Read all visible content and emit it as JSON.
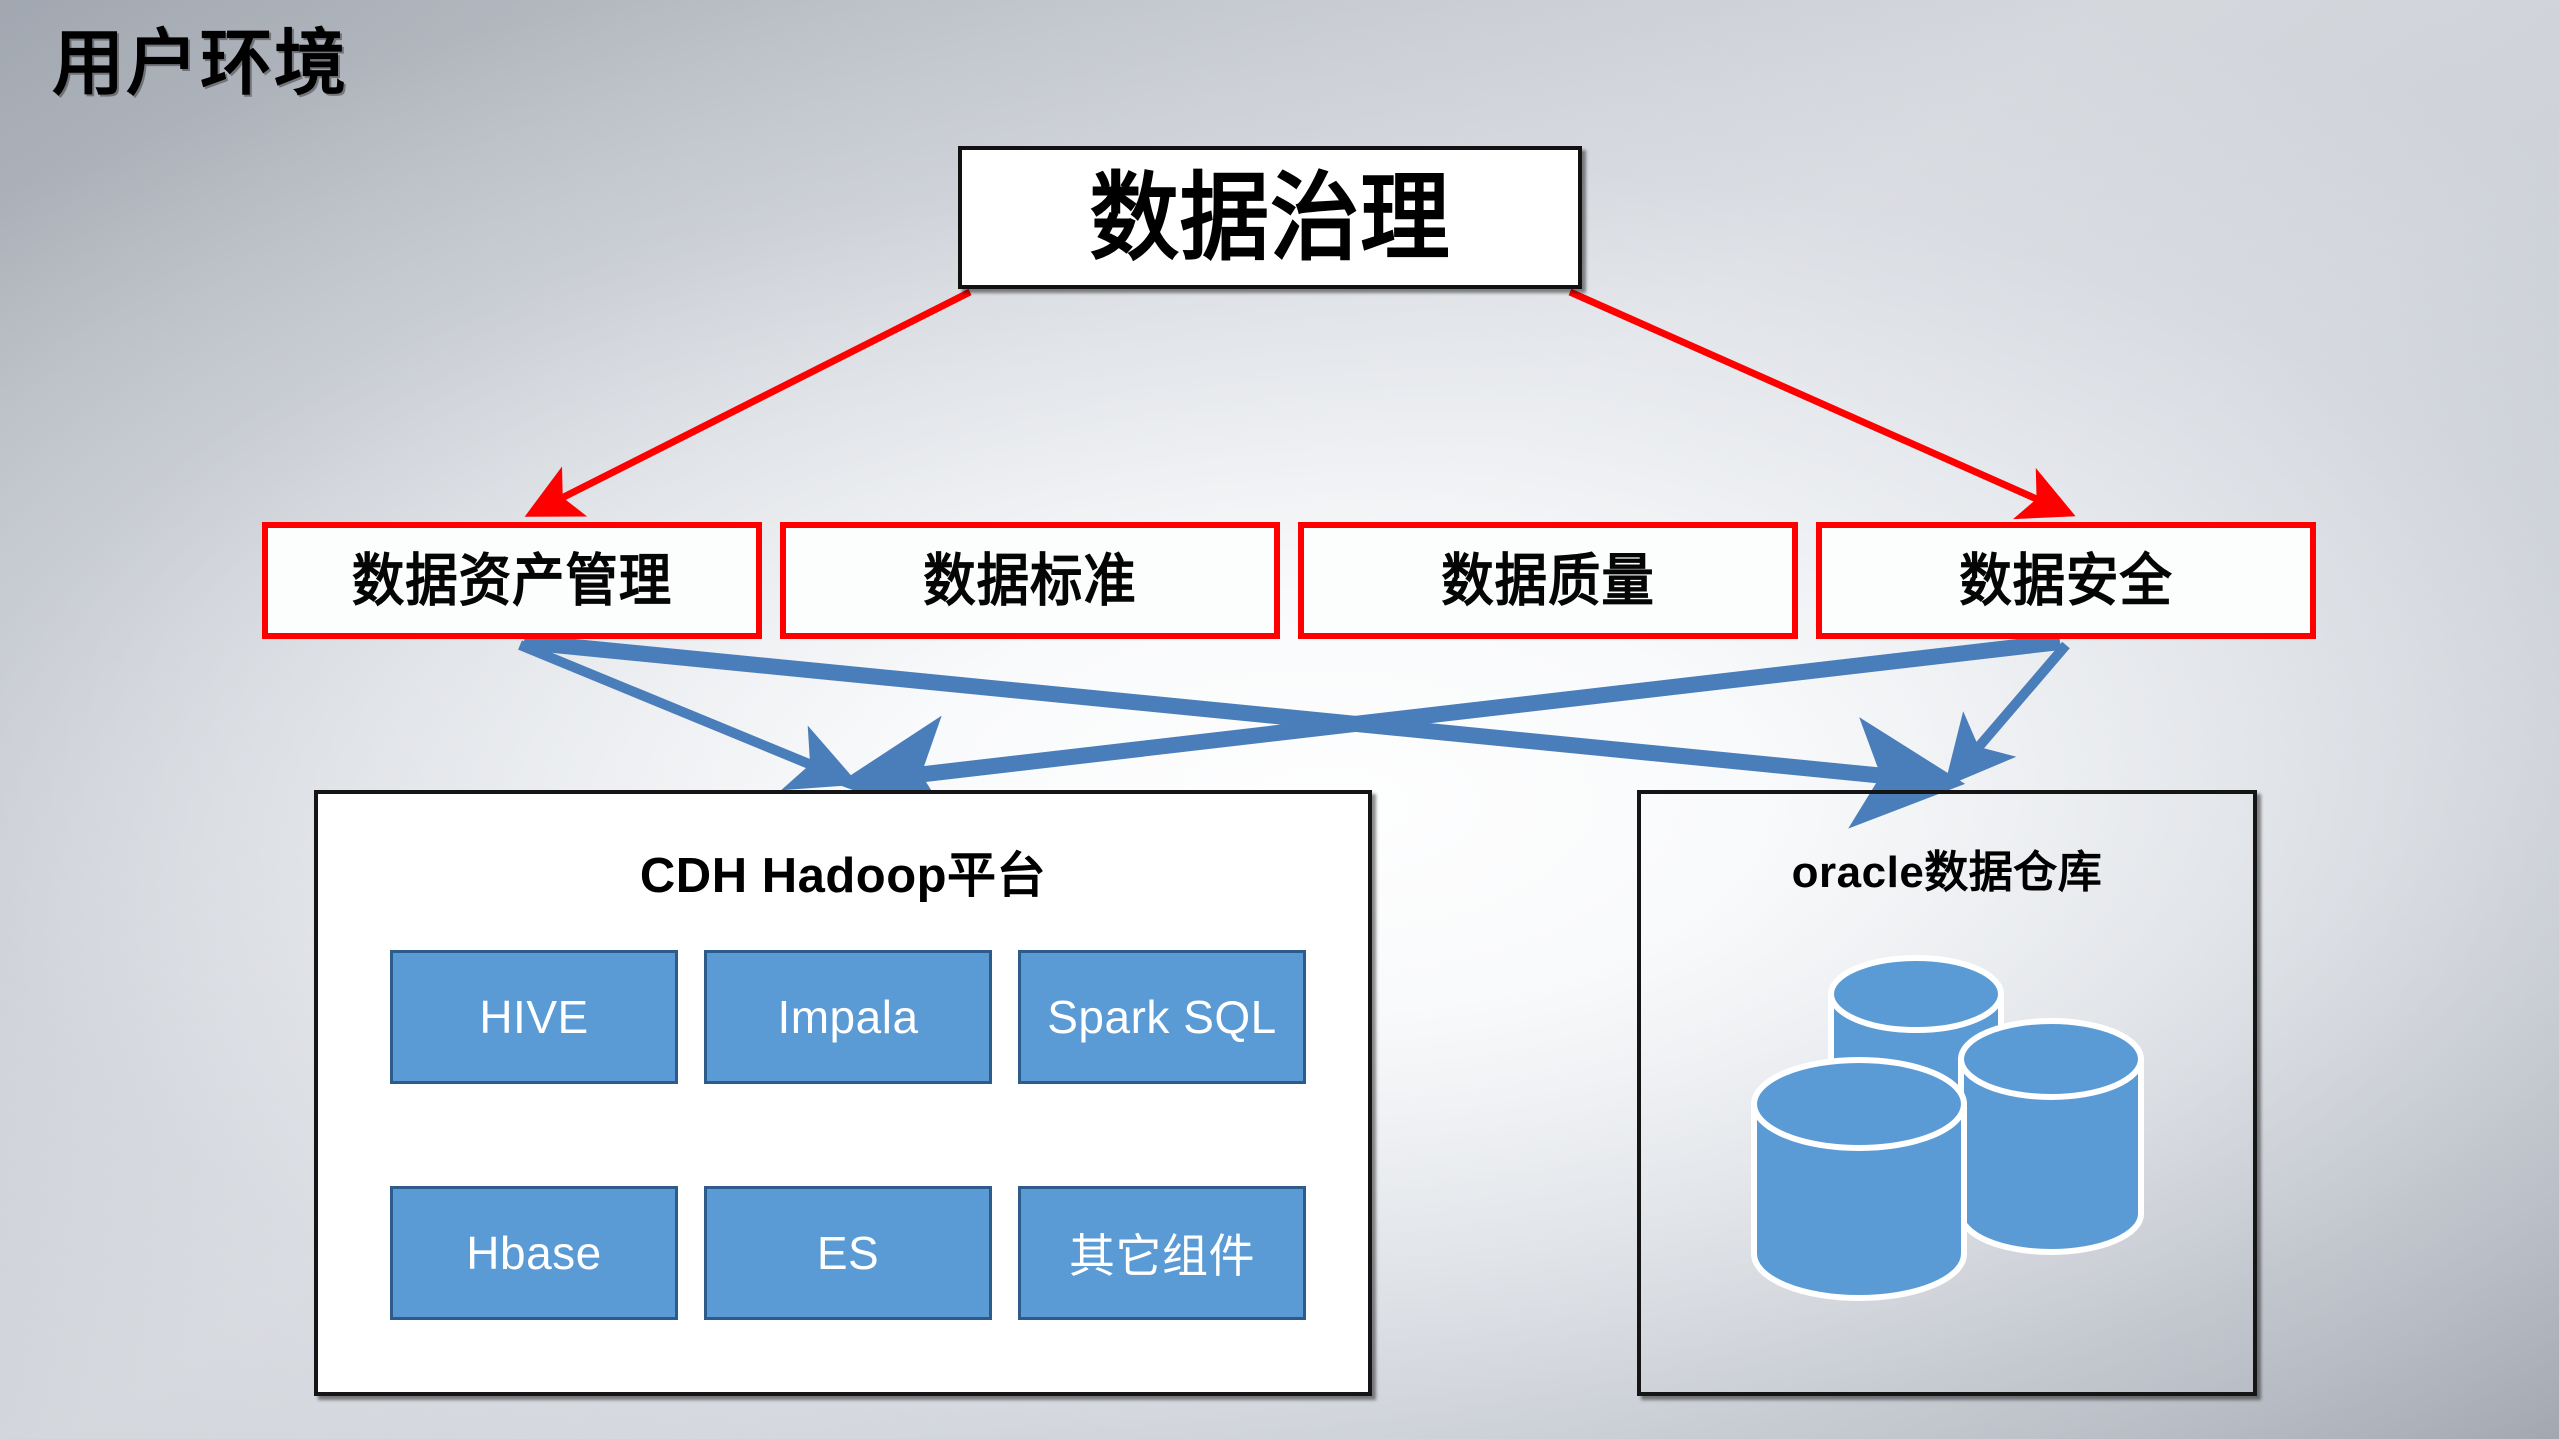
{
  "slide": {
    "heading": "用户环境",
    "background_gradient_edge": "#9fa5ae",
    "background_gradient_center": "#ffffff"
  },
  "root": {
    "label": "数据治理",
    "border_color": "#111111",
    "fill_color": "#ffffff"
  },
  "pillars": {
    "border_color": "#ff0000",
    "items": [
      {
        "label": "数据资产管理"
      },
      {
        "label": "数据标准"
      },
      {
        "label": "数据质量"
      },
      {
        "label": "数据安全"
      }
    ]
  },
  "platforms": [
    {
      "id": "cdh",
      "title": "CDH Hadoop平台",
      "border_color": "#151515",
      "fill_color": "#ffffff",
      "components": [
        {
          "label": "HIVE"
        },
        {
          "label": "Impala"
        },
        {
          "label": "Spark SQL"
        },
        {
          "label": "Hbase"
        },
        {
          "label": "ES"
        },
        {
          "label": "其它组件"
        }
      ],
      "component_fill": "#5b9bd5",
      "component_border": "#2e5c8a",
      "component_text": "#ffffff"
    },
    {
      "id": "oracle",
      "title": "oracle数据仓库",
      "border_color": "#151515",
      "fill_color": "transparent",
      "icon": "database-cylinder-stack-icon",
      "icon_fill": "#5b9bd5",
      "icon_outline": "#ffffff"
    }
  ],
  "connectors": {
    "red_color": "#ff0000",
    "blue_color": "#4a7ebb",
    "red_arrows": [
      {
        "from": "root",
        "to": "数据资产管理"
      },
      {
        "from": "root",
        "to": "数据安全"
      }
    ],
    "blue_arrows": [
      {
        "from": "数据资产管理",
        "to": "CDH Hadoop平台"
      },
      {
        "from": "数据资产管理",
        "to": "oracle数据仓库"
      },
      {
        "from": "数据安全",
        "to": "CDH Hadoop平台"
      },
      {
        "from": "数据安全",
        "to": "oracle数据仓库"
      }
    ]
  }
}
